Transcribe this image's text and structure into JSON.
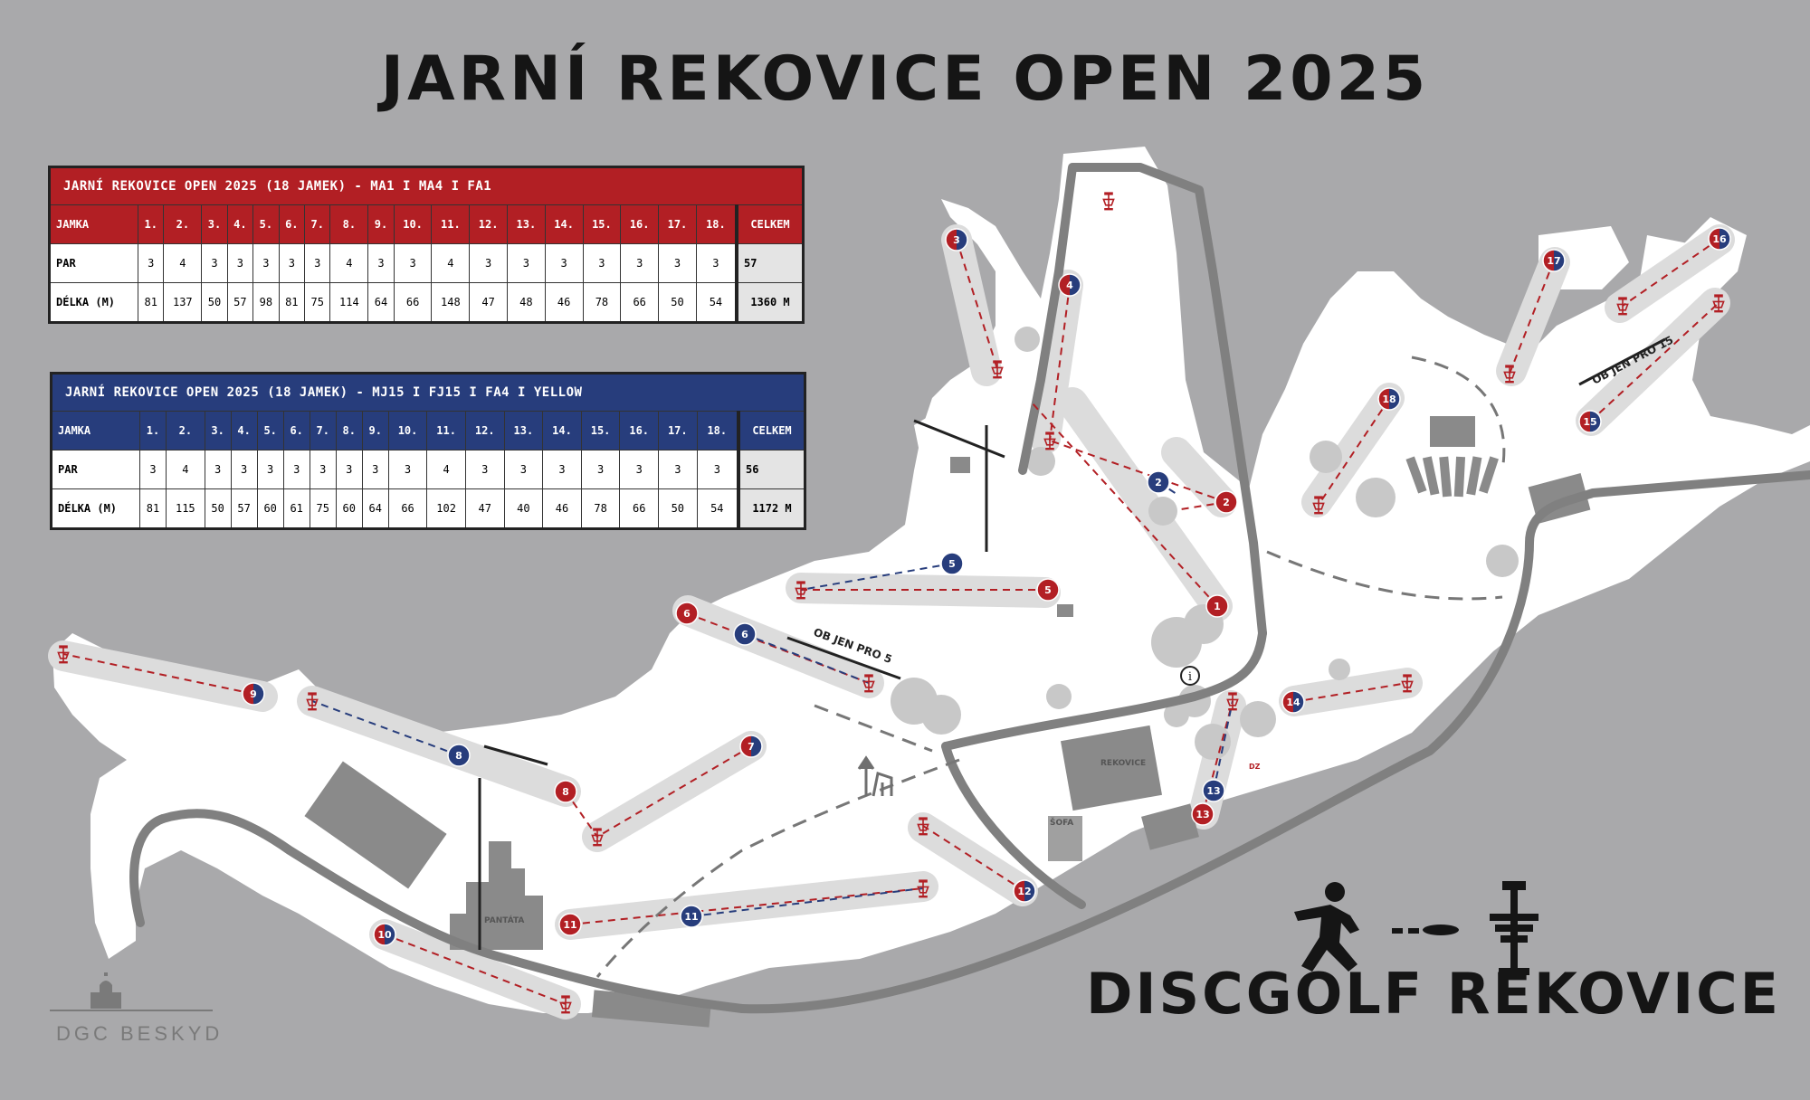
{
  "title": "JARNÍ REKOVICE OPEN 2025",
  "colors": {
    "red": "#b21f24",
    "blue": "#273d7c",
    "background": "#a9a9ab",
    "ground": "#ffffff",
    "road": "#808080"
  },
  "scorecard_red": {
    "heading": "JARNÍ REKOVICE OPEN 2025 (18 JAMEK) - MA1 I MA4 I FA1",
    "row_hole_label": "JAMKA",
    "holes": [
      "1.",
      "2.",
      "3.",
      "4.",
      "5.",
      "6.",
      "7.",
      "8.",
      "9.",
      "10.",
      "11.",
      "12.",
      "13.",
      "14.",
      "15.",
      "16.",
      "17.",
      "18."
    ],
    "total_label": "CELKEM",
    "par_label": "PAR",
    "par": [
      "3",
      "4",
      "3",
      "3",
      "3",
      "3",
      "3",
      "4",
      "3",
      "3",
      "4",
      "3",
      "3",
      "3",
      "3",
      "3",
      "3",
      "3"
    ],
    "par_total": "57",
    "length_label": "DÉLKA (M)",
    "lengths": [
      "81",
      "137",
      "50",
      "57",
      "98",
      "81",
      "75",
      "114",
      "64",
      "66",
      "148",
      "47",
      "48",
      "46",
      "78",
      "66",
      "50",
      "54"
    ],
    "length_total": "1360 M"
  },
  "scorecard_blue": {
    "heading": "JARNÍ REKOVICE OPEN 2025 (18 JAMEK) - MJ15 I FJ15 I FA4 I YELLOW",
    "row_hole_label": "JAMKA",
    "holes": [
      "1.",
      "2.",
      "3.",
      "4.",
      "5.",
      "6.",
      "7.",
      "8.",
      "9.",
      "10.",
      "11.",
      "12.",
      "13.",
      "14.",
      "15.",
      "16.",
      "17.",
      "18."
    ],
    "total_label": "CELKEM",
    "par_label": "PAR",
    "par": [
      "3",
      "4",
      "3",
      "3",
      "3",
      "3",
      "3",
      "3",
      "3",
      "3",
      "4",
      "3",
      "3",
      "3",
      "3",
      "3",
      "3",
      "3"
    ],
    "par_total": "56",
    "length_label": "DÉLKA (M)",
    "lengths": [
      "81",
      "115",
      "50",
      "57",
      "60",
      "61",
      "75",
      "60",
      "64",
      "66",
      "102",
      "47",
      "40",
      "46",
      "78",
      "66",
      "50",
      "54"
    ],
    "length_total": "1172 M"
  },
  "map_labels": {
    "ob_jen_pro_5": "OB JEN PRO 5",
    "ob_jen_pro_15": "OB JEN PRO 15",
    "building_rekovice": "REKOVICE",
    "building_sofa": "ŠOFA",
    "building_pantata": "PANTÁTA",
    "drop_zone": "DZ",
    "info": "i"
  },
  "tees": [
    {
      "hole": "1",
      "color": "red"
    },
    {
      "hole": "2",
      "color": "red"
    },
    {
      "hole": "2",
      "color": "blue"
    },
    {
      "hole": "3",
      "color": "split"
    },
    {
      "hole": "4",
      "color": "split"
    },
    {
      "hole": "5",
      "color": "red"
    },
    {
      "hole": "5",
      "color": "blue"
    },
    {
      "hole": "6",
      "color": "red"
    },
    {
      "hole": "6",
      "color": "blue"
    },
    {
      "hole": "7",
      "color": "split"
    },
    {
      "hole": "8",
      "color": "red"
    },
    {
      "hole": "8",
      "color": "blue"
    },
    {
      "hole": "9",
      "color": "split"
    },
    {
      "hole": "10",
      "color": "split"
    },
    {
      "hole": "11",
      "color": "red"
    },
    {
      "hole": "11",
      "color": "blue"
    },
    {
      "hole": "12",
      "color": "split"
    },
    {
      "hole": "13",
      "color": "red"
    },
    {
      "hole": "13",
      "color": "blue"
    },
    {
      "hole": "14",
      "color": "split"
    },
    {
      "hole": "15",
      "color": "split"
    },
    {
      "hole": "16",
      "color": "split"
    },
    {
      "hole": "17",
      "color": "split"
    },
    {
      "hole": "18",
      "color": "split"
    }
  ],
  "brand": "DISCGOLF REKOVICE",
  "club": "DGC BESKYD",
  "icons": [
    "disc-golfer-icon",
    "flying-disc-icon",
    "disc-golf-basket-icon",
    "church-icon",
    "basket-icon",
    "direction-arrow-icon",
    "info-icon"
  ]
}
